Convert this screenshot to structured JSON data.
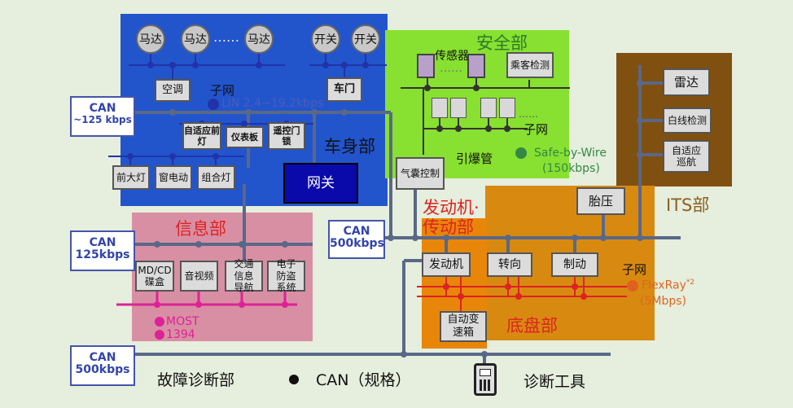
{
  "colors": {
    "background": "#e6eedd",
    "body_blue": "#2255cc",
    "safety_green": "#88e030",
    "its_brown": "#805010",
    "powertrain_orange": "#e8860a",
    "chassis_orange": "#d88a10",
    "info_pink": "#d98fa3",
    "bus_gray": "#5a6888",
    "lin_blue": "#2233aa",
    "flexray_red": "#dd2222",
    "most_magenta": "#dd2299",
    "safe_green": "#338844"
  },
  "body": {
    "motors": [
      "马达",
      "马达",
      "马达"
    ],
    "switches": [
      "开关",
      "开关"
    ],
    "ellipsis": "……",
    "aircon": "空调",
    "door": "车门",
    "subnet": "子网",
    "lin": "LIN 2.4~19.2kbps",
    "adaptive_light": "自适应前灯",
    "dashboard": "仪表板",
    "remote_lock": "遥控门锁",
    "headlight": "前大灯",
    "window": "窗电动",
    "combo_light": "组合灯",
    "gateway": "网关",
    "title": "车身部"
  },
  "safety": {
    "title": "安全部",
    "sensor": "传感器",
    "passenger_detect": "乘客检测",
    "subnet": "子网",
    "detonator": "引爆管",
    "safe_by_wire": "Safe-by-Wire",
    "safe_rate": "(150kbps)",
    "airbag": "气囊控制"
  },
  "its": {
    "radar": "雷达",
    "lane_detect": "白线检测",
    "acc": "自适应巡航",
    "title": "ITS部"
  },
  "powertrain": {
    "title": "发动机·传动部",
    "engine": "发动机",
    "transmission": "自动变速箱"
  },
  "chassis": {
    "tire": "胎压",
    "steering": "转向",
    "brake": "制动",
    "subnet": "子网",
    "flexray": "FlexRay",
    "flexray_sup": "*2",
    "flexray_rate": "(5Mbps)",
    "title": "底盘部"
  },
  "info": {
    "title": "信息部",
    "mdcd": "MD/CD碟盒",
    "av": "音视频",
    "nav": "交通信息导航",
    "anti_theft": "电子防盗系统",
    "most": "MOST",
    "rate_1394": "1394"
  },
  "can": {
    "body": {
      "name": "CAN",
      "rate": "~125 kbps"
    },
    "info": {
      "name": "CAN",
      "rate": "125kbps"
    },
    "mid": {
      "name": "CAN",
      "rate": "500kbps"
    },
    "diag": {
      "name": "CAN",
      "rate": "500kbps"
    }
  },
  "legend": {
    "diag_dept": "故障诊断部",
    "can_label": "CAN（规格）",
    "diag_tool": "诊断工具"
  }
}
